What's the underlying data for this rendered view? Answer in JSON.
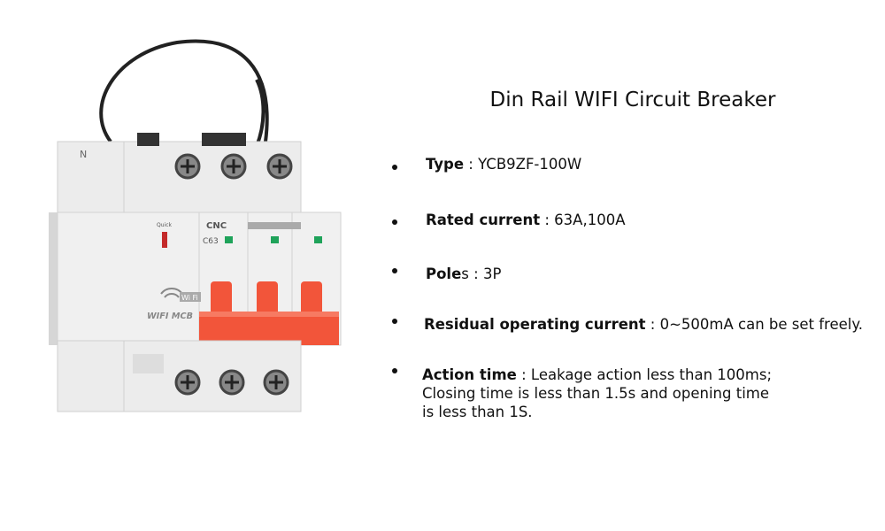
{
  "title": "Din Rail WIFI Circuit Breaker",
  "product_image": {
    "labels": {
      "neutral": "N",
      "brand": "CNC",
      "rating": "C63",
      "wifi_badge": "Wi Fi",
      "wifi_mcb": "WIFI MCB",
      "quick": "Quick"
    },
    "colors": {
      "handle": "#f2553a",
      "body": "#ececec",
      "indicator": "#1fa35a"
    }
  },
  "specs": [
    {
      "label": "Type",
      "separator": " : ",
      "value": "YCB9ZF-100W"
    },
    {
      "label": "Rated current",
      "separator": " : ",
      "value": "63A,100A"
    },
    {
      "label": "Pole",
      "label_suffix": "s",
      "separator": " : ",
      "value": "3P"
    },
    {
      "label": "Residual operating current",
      "separator": " : ",
      "value": "0~500mA can be set freely."
    },
    {
      "label": "Action time",
      "separator": " : ",
      "value": "Leakage action less than 100ms;",
      "value_line2": "Closing time is less than 1.5s and opening time",
      "value_line3": "is less than 1S."
    }
  ]
}
